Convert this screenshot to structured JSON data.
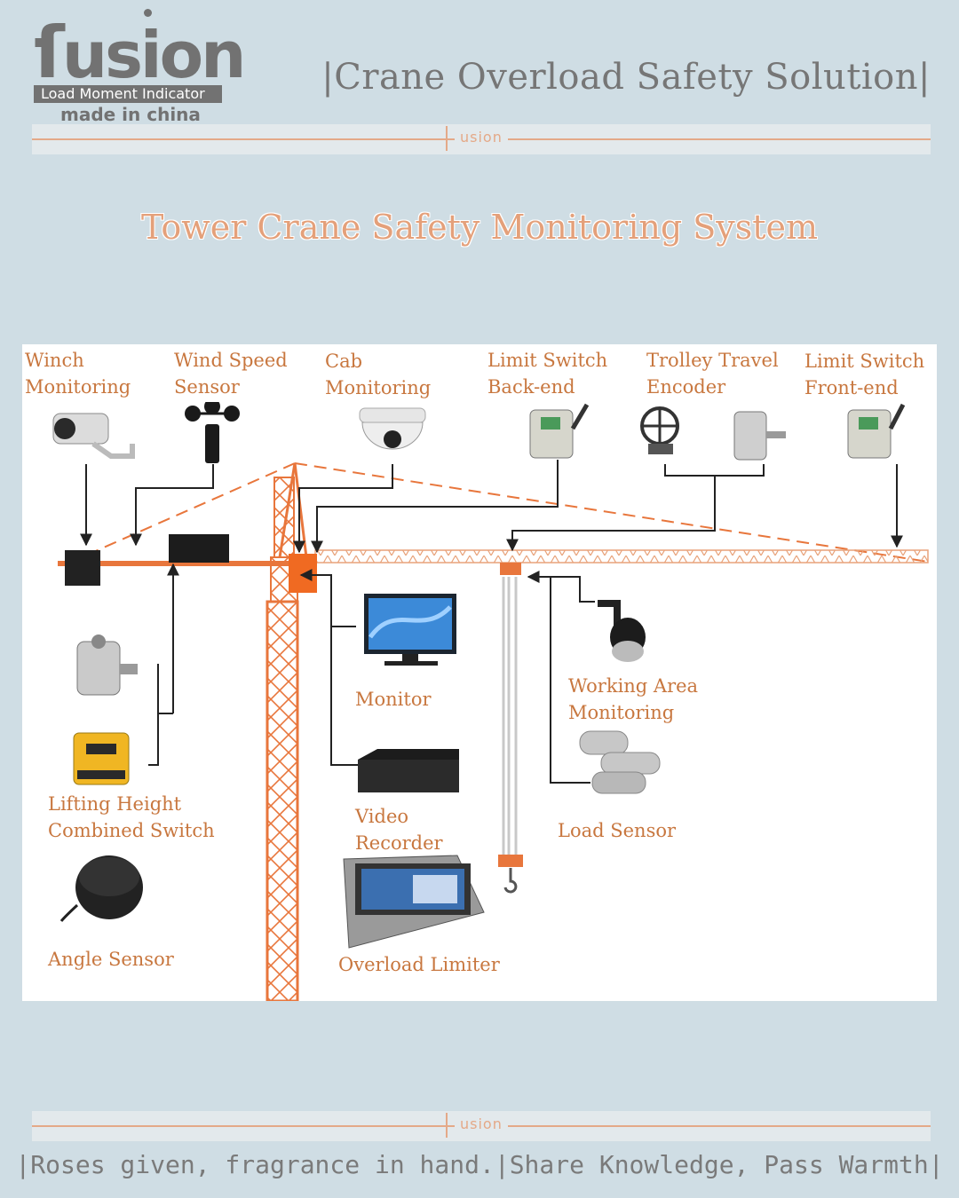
{
  "brand": {
    "logo_word": "usion",
    "logo_line1": "Load Moment Indicator",
    "logo_line2": "made in china",
    "divider_label": "usion"
  },
  "header": {
    "title": "|Crane Overload Safety Solution|"
  },
  "main_title": "Tower Crane Safety Monitoring System",
  "components": {
    "winch_monitoring": [
      "Winch",
      "Monitoring"
    ],
    "wind_speed_sensor": [
      "Wind Speed",
      "Sensor"
    ],
    "cab_monitoring": [
      "Cab",
      "Monitoring"
    ],
    "limit_switch_back": [
      "Limit Switch",
      "Back-end"
    ],
    "trolley_travel_encoder": [
      "Trolley Travel",
      "Encoder"
    ],
    "limit_switch_front": [
      "Limit Switch",
      "Front-end"
    ],
    "monitor": "Monitor",
    "working_area_monitoring": [
      "Working Area",
      "Monitoring"
    ],
    "lifting_height_switch": [
      "Lifting Height",
      "Combined Switch"
    ],
    "video_recorder": [
      "Video",
      "Recorder"
    ],
    "load_sensor": "Load Sensor",
    "angle_sensor": "Angle Sensor",
    "overload_limiter": "Overload Limiter"
  },
  "colors": {
    "background": "#cfdde4",
    "label": "#c8773f",
    "crane": "#e8763c",
    "title": "#e4a07a",
    "logo": "#727272"
  },
  "footer": {
    "text": "|Roses given, fragrance in hand.|Share Knowledge, Pass Warmth|"
  }
}
